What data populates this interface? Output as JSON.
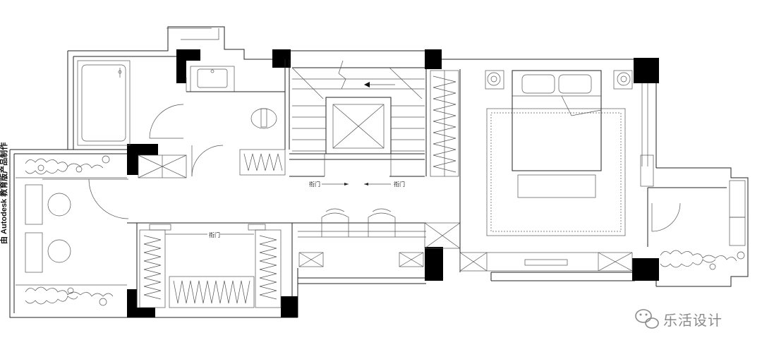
{
  "side_note": "由 Autodesk 教育版产品制作",
  "door_labels": [
    "衔门",
    "衔门",
    "衔门"
  ],
  "watermark": "乐活设计",
  "watermark_icon": "wechat-icon",
  "colors": {
    "wall": "#000000",
    "line": "#222222",
    "watermark": "#8a8a8a"
  }
}
